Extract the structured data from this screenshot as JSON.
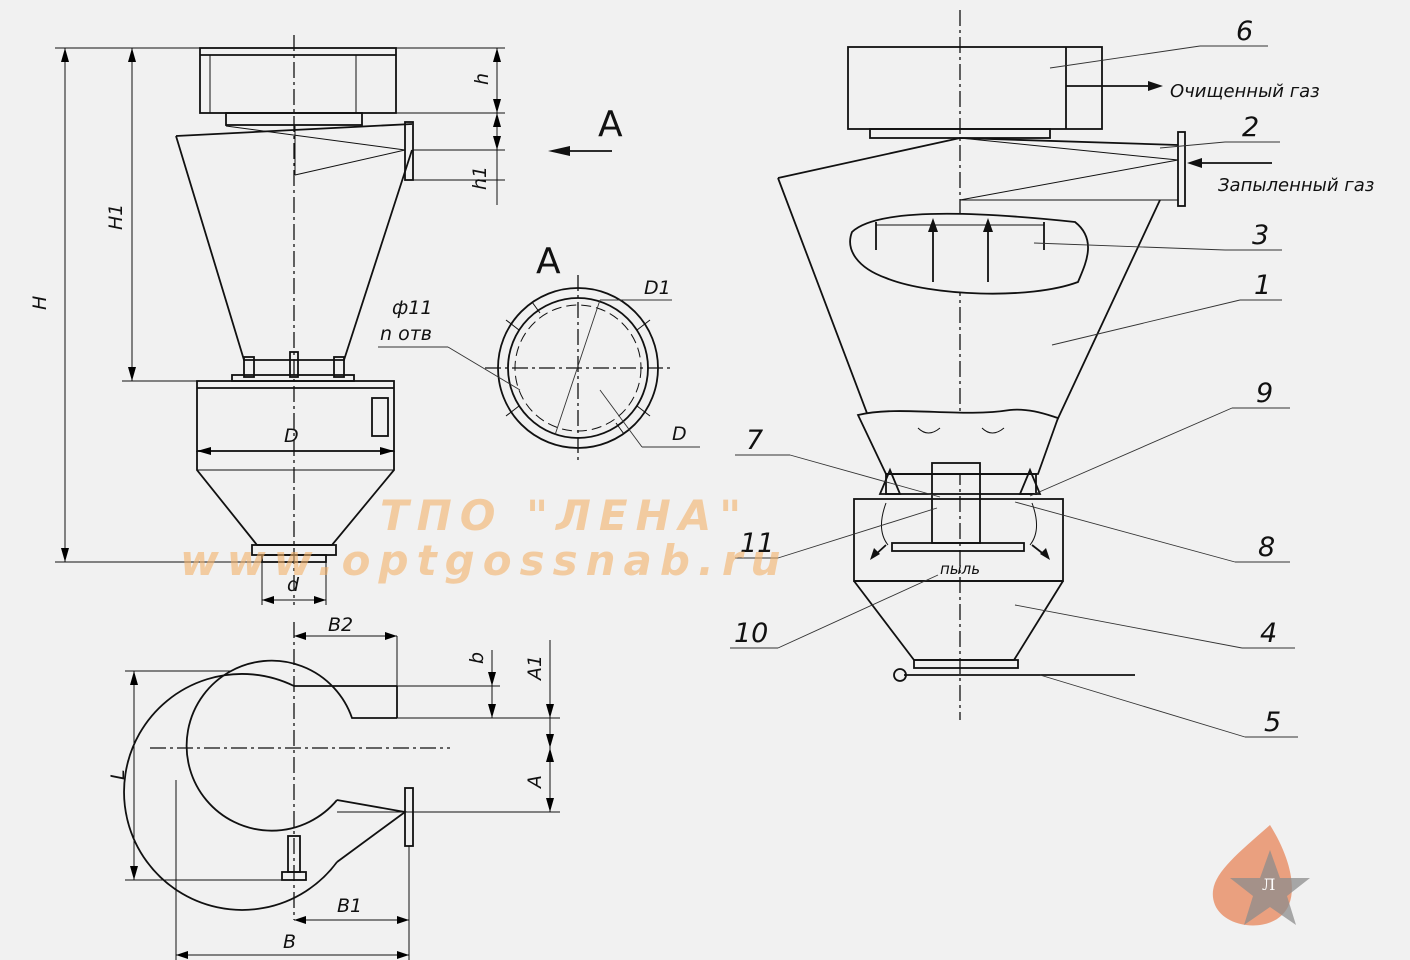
{
  "view_labels": {
    "section_mark": "А",
    "section_title": "А"
  },
  "dimensions": {
    "H": "H",
    "H1": "H1",
    "h": "h",
    "h1": "h1",
    "D": "D",
    "d": "d",
    "hole": "ф11",
    "holes_count": "n отв",
    "D1": "D1",
    "D_small": "D",
    "B2": "B2",
    "b": "b",
    "A1": "A1",
    "L": "L",
    "A": "A",
    "B1": "B1",
    "B": "B"
  },
  "parts": {
    "p1": "1",
    "p2": "2",
    "p3": "3",
    "p4": "4",
    "p5": "5",
    "p6": "6",
    "p7": "7",
    "p8": "8",
    "p9": "9",
    "p10": "10",
    "p11": "11"
  },
  "flows": {
    "clean_gas": "Очищенный газ",
    "dusty_gas": "Запыленный газ",
    "dust": "пыль"
  },
  "watermark": {
    "line1": "ТПО \"ЛЕНА\"",
    "line2": "www.optgossnab.ru"
  },
  "logo": {
    "letter": "Л",
    "drop_color": "#eaa07f",
    "star_color": "#8c8c8c"
  }
}
